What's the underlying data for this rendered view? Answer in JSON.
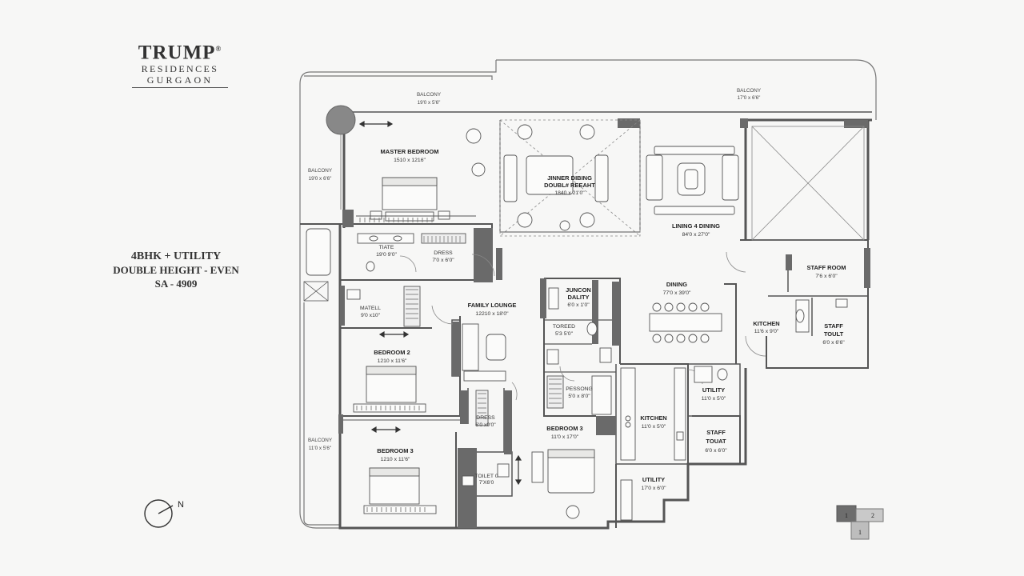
{
  "brand": {
    "line1": "TRUMP",
    "reg": "®",
    "line2": "RESIDENCES",
    "line3": "GURGAON"
  },
  "unit": {
    "type": "4BHK + UTILITY",
    "height": "DOUBLE HEIGHT - EVEN",
    "area": "SA - 4909"
  },
  "rooms": {
    "balcony_top": {
      "label": "BALCONY",
      "dims": "19'0 x 5'6\""
    },
    "balcony_top_right": {
      "label": "BALCONY",
      "dims": "17'0 x 6'6\""
    },
    "balcony_left": {
      "label": "BALCONY",
      "dims": "19'0 x 6'6\""
    },
    "balcony_lower_left": {
      "label": "BALCONY",
      "dims": "11'0 x 5'6\""
    },
    "master_bedroom": {
      "label": "MASTER BEDROOM",
      "dims": "1510 x 1216\""
    },
    "tiate": {
      "label": "TIATE",
      "dims": "19'0 9'0\""
    },
    "dress_master": {
      "label": "DRESS",
      "dims": "7'0 x 6'0\""
    },
    "inner_dining": {
      "label": "JINNER DIBING",
      "label2": "DOUBL# REEAHT",
      "dims": "1840 x 21'0\""
    },
    "living_dining": {
      "label": "LINING 4 DINING",
      "dims": "84'0 x 27'0\""
    },
    "staff_room": {
      "label": "STAFF ROOM",
      "dims": "7'6 x 6'0\""
    },
    "staff_toilet_top": {
      "label": "STAFF",
      "label2": "TOULT",
      "dims": "6'0 x 6'6\""
    },
    "kitchen_right": {
      "label": "KITCHEN",
      "dims": "11'6 x 9'0\""
    },
    "dining": {
      "label": "DINING",
      "dims": "77'0 x 39'0\""
    },
    "junction_dality": {
      "label": "JUNCON",
      "label2": "DALITY",
      "dims": "6'0 x 1'0\""
    },
    "toreed": {
      "label": "TOREED",
      "dims": "5'3 5'0\""
    },
    "pessong": {
      "label": "PESSONG",
      "dims": "5'0 x 8'0\""
    },
    "family_lounge": {
      "label": "FAMILY LOUNGE",
      "dims": "12210 x 18'0\""
    },
    "matell": {
      "label": "MATELL",
      "dims": "9'0 x10\""
    },
    "bedroom_2": {
      "label": "BEDROOM 2",
      "dims": "1210 x 11'6\""
    },
    "dress_lower": {
      "label": "DRESS",
      "dims": "6'0 x0'0\""
    },
    "bedroom_3_left": {
      "label": "BEDROOM 3",
      "dims": "1210 x 11'6\""
    },
    "bedroom_3_center": {
      "label": "BEDROOM 3",
      "dims": "11'0 x 17'0\""
    },
    "toilet_small": {
      "label": "TOILET 0",
      "dims": "7'X6'0"
    },
    "kitchen_center": {
      "label": "KITCHEN",
      "dims": "11'0 x 5'0\""
    },
    "utility_right": {
      "label": "UTILITY",
      "dims": "11'0 x 5'0\""
    },
    "staff_toilet_bottom": {
      "label": "STAFF",
      "label2": "TOUAT",
      "dims": "6'0 x 6'0\""
    },
    "utility_bottom": {
      "label": "UTILITY",
      "dims": "17'0 x 6'0\""
    }
  },
  "compass": {
    "label": "N"
  },
  "key_plan": {
    "cells": [
      "1",
      "2",
      "1"
    ]
  },
  "colors": {
    "wall": "#5a5a5a",
    "line": "#777777",
    "paper": "#f7f7f6",
    "accent": "#8d8d8d"
  }
}
